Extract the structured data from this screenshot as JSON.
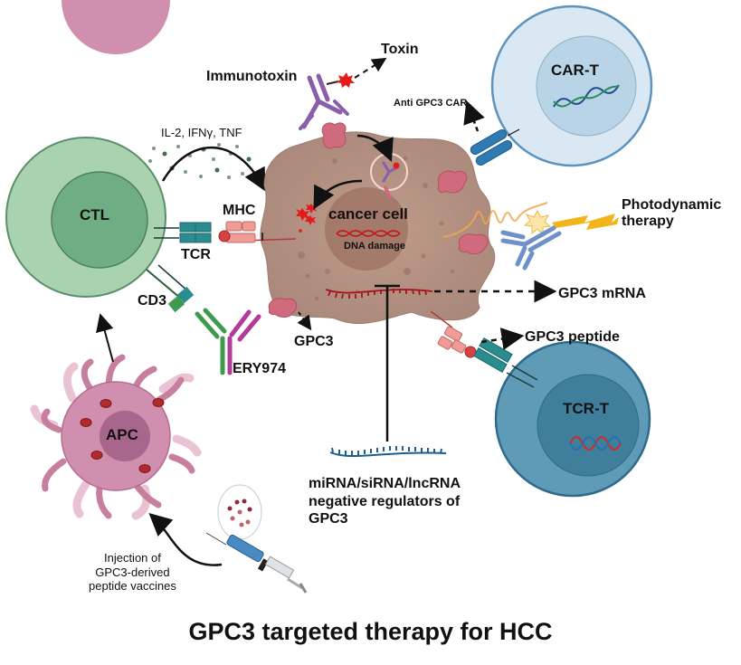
{
  "title": "GPC3 targeted therapy for HCC",
  "colors": {
    "ctl_outer": "#a9d3b0",
    "ctl_inner": "#6fae84",
    "cart_outer": "#d9e8f2",
    "cart_inner": "#b8d4e6",
    "tcrt_outer": "#5f9ab6",
    "tcrt_inner": "#3f7f9c",
    "cancer_cell": "#b4917f",
    "cancer_nucleus": "#a07565",
    "apc_body": "#d08fae",
    "apc_nucleus": "#a8668c",
    "gpc3_protein": "#d06a7d",
    "tcr": "#2a8c8f",
    "mhc": "#ef9b96",
    "antibody_purple": "#8b5eaa",
    "antibody_green": "#3d9a4e",
    "antibody_magenta": "#b23b9a",
    "antibody_blue": "#6f90c9",
    "car": "#2f7ab0",
    "toxin_red": "#e21b1b",
    "lightning": "#f2b41b"
  },
  "cells": {
    "ctl": "CTL",
    "car_t": "CAR-T",
    "tcr_t": "TCR-T",
    "apc": "APC",
    "cancer": "cancer cell"
  },
  "labels": {
    "immunotoxin": "Immunotoxin",
    "toxin": "Toxin",
    "cytokines": "IL-2, IFNγ, TNF",
    "anti_gpc3_car": "Anti GPC3 CAR",
    "mhc": "MHC",
    "tcr": "TCR",
    "cd3": "CD3",
    "ery974": "ERY974",
    "gpc3": "GPC3",
    "dna_damage": "DNA damage",
    "photodynamic": "Photodynamic\ntherapy",
    "gpc3_mrna": "GPC3 mRNA",
    "gpc3_peptide": "GPC3 peptide",
    "rna_regulators": "miRNA/siRNA/lncRNA\nnegative regulators of\nGPC3",
    "vaccine": "Injection of\nGPC3-derived\npeptide vaccines"
  }
}
